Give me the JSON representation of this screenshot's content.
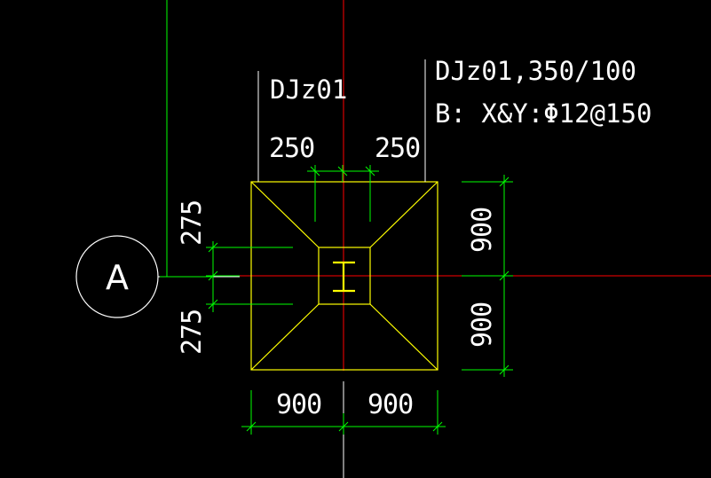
{
  "drawing": {
    "axis_label": "A",
    "footing_tag": "DJz01",
    "annotation_line1": "DJz01,350/100",
    "annotation_line2": "B:  X&Y:Φ12@150",
    "dims": {
      "top_left": "250",
      "top_right": "250",
      "left_upper": "275",
      "left_lower": "275",
      "right_upper": "900",
      "right_lower": "900",
      "bottom_left": "900",
      "bottom_right": "900"
    },
    "colors": {
      "background": "#000000",
      "grid_axis": "#ff0000",
      "center_line": "#ff0000",
      "dimension": "#00ff00",
      "outline": "#ffff00",
      "column_symbol": "#ffff00",
      "text": "#ffffff"
    }
  }
}
